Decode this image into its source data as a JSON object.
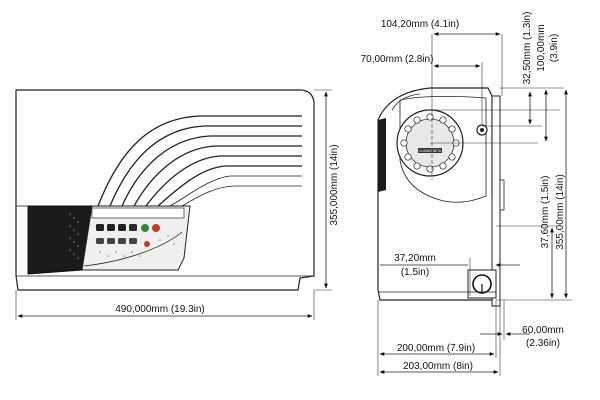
{
  "front_view": {
    "width_dim": "490,000mm (19.3in)",
    "height_dim": "355,000mm (14in)"
  },
  "side_view": {
    "dim_top_104": "104,20mm (4.1in)",
    "dim_70": "70,00mm (2.8in)",
    "dim_right_32_50": "32,50mm (1.3in)",
    "dim_right_100_a": "100,00mm",
    "dim_right_100_b": "(3.9in)",
    "dim_37_20_a": "37,20mm",
    "dim_37_20_b": "(1.5in)",
    "dim_right_37_60": "37,60mm (1.5in)",
    "dim_right_355": "355,00mm (14in)",
    "dim_60_a": "60,00mm",
    "dim_60_b": "(2.36in)",
    "dim_200": "200,00mm (7.9in)",
    "dim_203": "203,00mm (8in)",
    "logo_text": "CLIMAVENETA"
  }
}
